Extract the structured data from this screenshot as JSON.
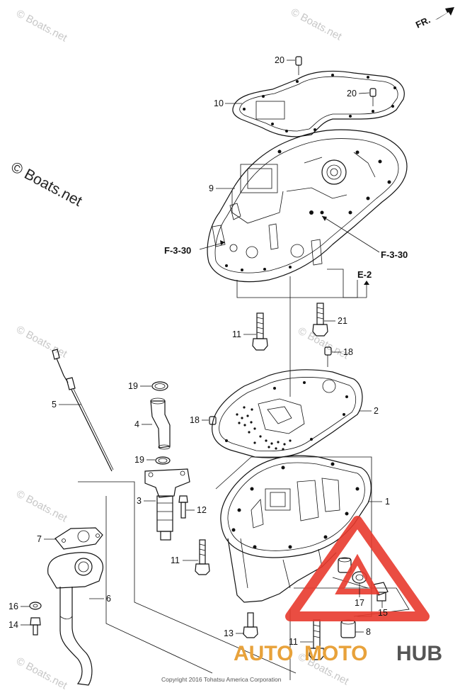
{
  "watermarks": {
    "small": "© Boats.net",
    "large": "© Boats.net"
  },
  "direction_label": "FR.",
  "copyright": "Copyright 2016 Tohatsu America Corporation",
  "brand": {
    "part1": "AUTO",
    "part2": "MOTO",
    "part3": "HUB",
    "accent_color": "#e83a2e",
    "text_color": "#e8a23b"
  },
  "references": {
    "left": "F-3-30",
    "right": "F-3-30",
    "e2": "E-2"
  },
  "callouts": {
    "c20a": "20",
    "c20b": "20",
    "c10": "10",
    "c9": "9",
    "c11a": "11",
    "c21": "21",
    "c18a": "18",
    "c2": "2",
    "c18b": "18",
    "c19a": "19",
    "c4": "4",
    "c5": "5",
    "c19b": "19",
    "c3": "3",
    "c12": "12",
    "c1": "1",
    "c7": "7",
    "c11b": "11",
    "c6": "6",
    "c16": "16",
    "c17": "17",
    "c15": "15",
    "c14": "14",
    "c13": "13",
    "c8": "8",
    "c11c": "11"
  }
}
